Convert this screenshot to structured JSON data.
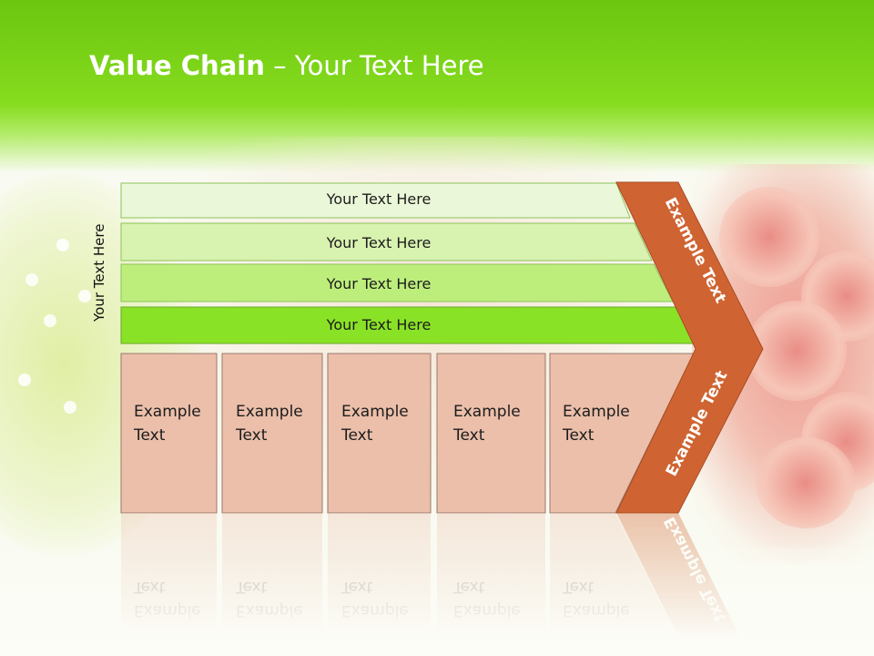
{
  "slide": {
    "title_bold": "Value Chain",
    "title_rest": " – Your Text Here",
    "vertical_label": "Your Text Here",
    "bars": [
      "Your Text Here",
      "Your Text Here",
      "Your Text Here",
      "Your Text Here"
    ],
    "boxes": [
      {
        "line1": "Example",
        "line2": "Text"
      },
      {
        "line1": "Example",
        "line2": "Text"
      },
      {
        "line1": "Example",
        "line2": "Text"
      },
      {
        "line1": "Example",
        "line2": "Text"
      },
      {
        "line1": "Example",
        "line2": "Text"
      }
    ],
    "arrow_top": "Example Text",
    "arrow_bottom": "Example Text"
  },
  "colors": {
    "header_green": "#78d417",
    "bar_1": "#eaf7d8",
    "bar_2": "#d8f2b0",
    "bar_3": "#bdee7c",
    "bar_4": "#8ae226",
    "box_fill": "#ebbfaa",
    "box_stroke": "#9a7a6c",
    "arrow_fill": "#cf6432"
  }
}
